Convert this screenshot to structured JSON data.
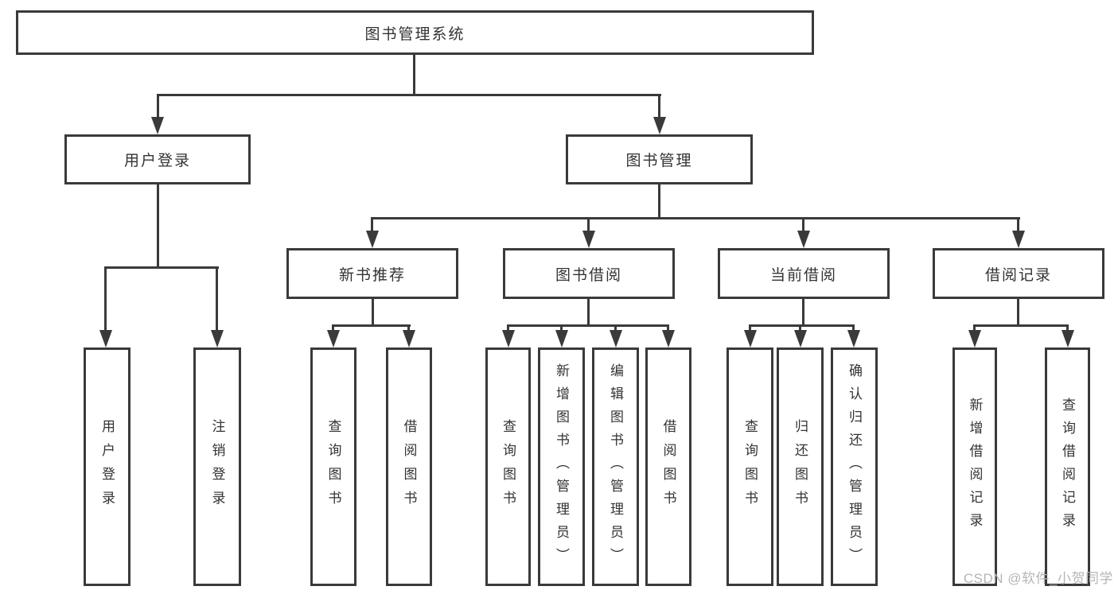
{
  "tree": {
    "root": {
      "label": "图书管理系统"
    },
    "login": {
      "label": "用户登录",
      "children": [
        "用户登录",
        "注销登录"
      ]
    },
    "mgmt": {
      "label": "图书管理",
      "sections": [
        {
          "label": "新书推荐",
          "children": [
            "查询图书",
            "借阅图书"
          ]
        },
        {
          "label": "图书借阅",
          "children": [
            "查询图书",
            "新增图书（管理员）",
            "编辑图书（管理员）",
            "借阅图书"
          ]
        },
        {
          "label": "当前借阅",
          "children": [
            "查询图书",
            "归还图书",
            "确认归还（管理员）"
          ]
        },
        {
          "label": "借阅记录",
          "children": [
            "新增借阅记录",
            "查询借阅记录"
          ]
        }
      ]
    }
  },
  "watermark": {
    "text": "CSDN @软件_小贺同学"
  },
  "colors": {
    "line": "#3a3a3a",
    "text": "#333333",
    "watermark": "#b5b5b5",
    "background": "#ffffff"
  }
}
